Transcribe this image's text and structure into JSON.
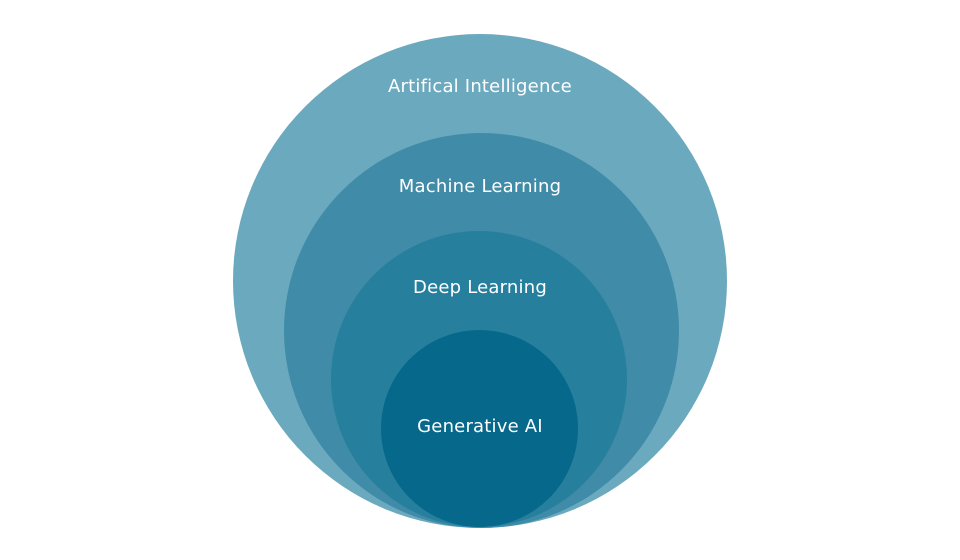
{
  "diagram": {
    "levels": [
      {
        "label": "Artifical Intelligence",
        "color": "#6aa9be"
      },
      {
        "label": "Machine Learning",
        "color": "#3f8ba8"
      },
      {
        "label": "Deep Learning",
        "color": "#277f9e"
      },
      {
        "label": "Generative AI",
        "color": "#06698b"
      }
    ]
  }
}
